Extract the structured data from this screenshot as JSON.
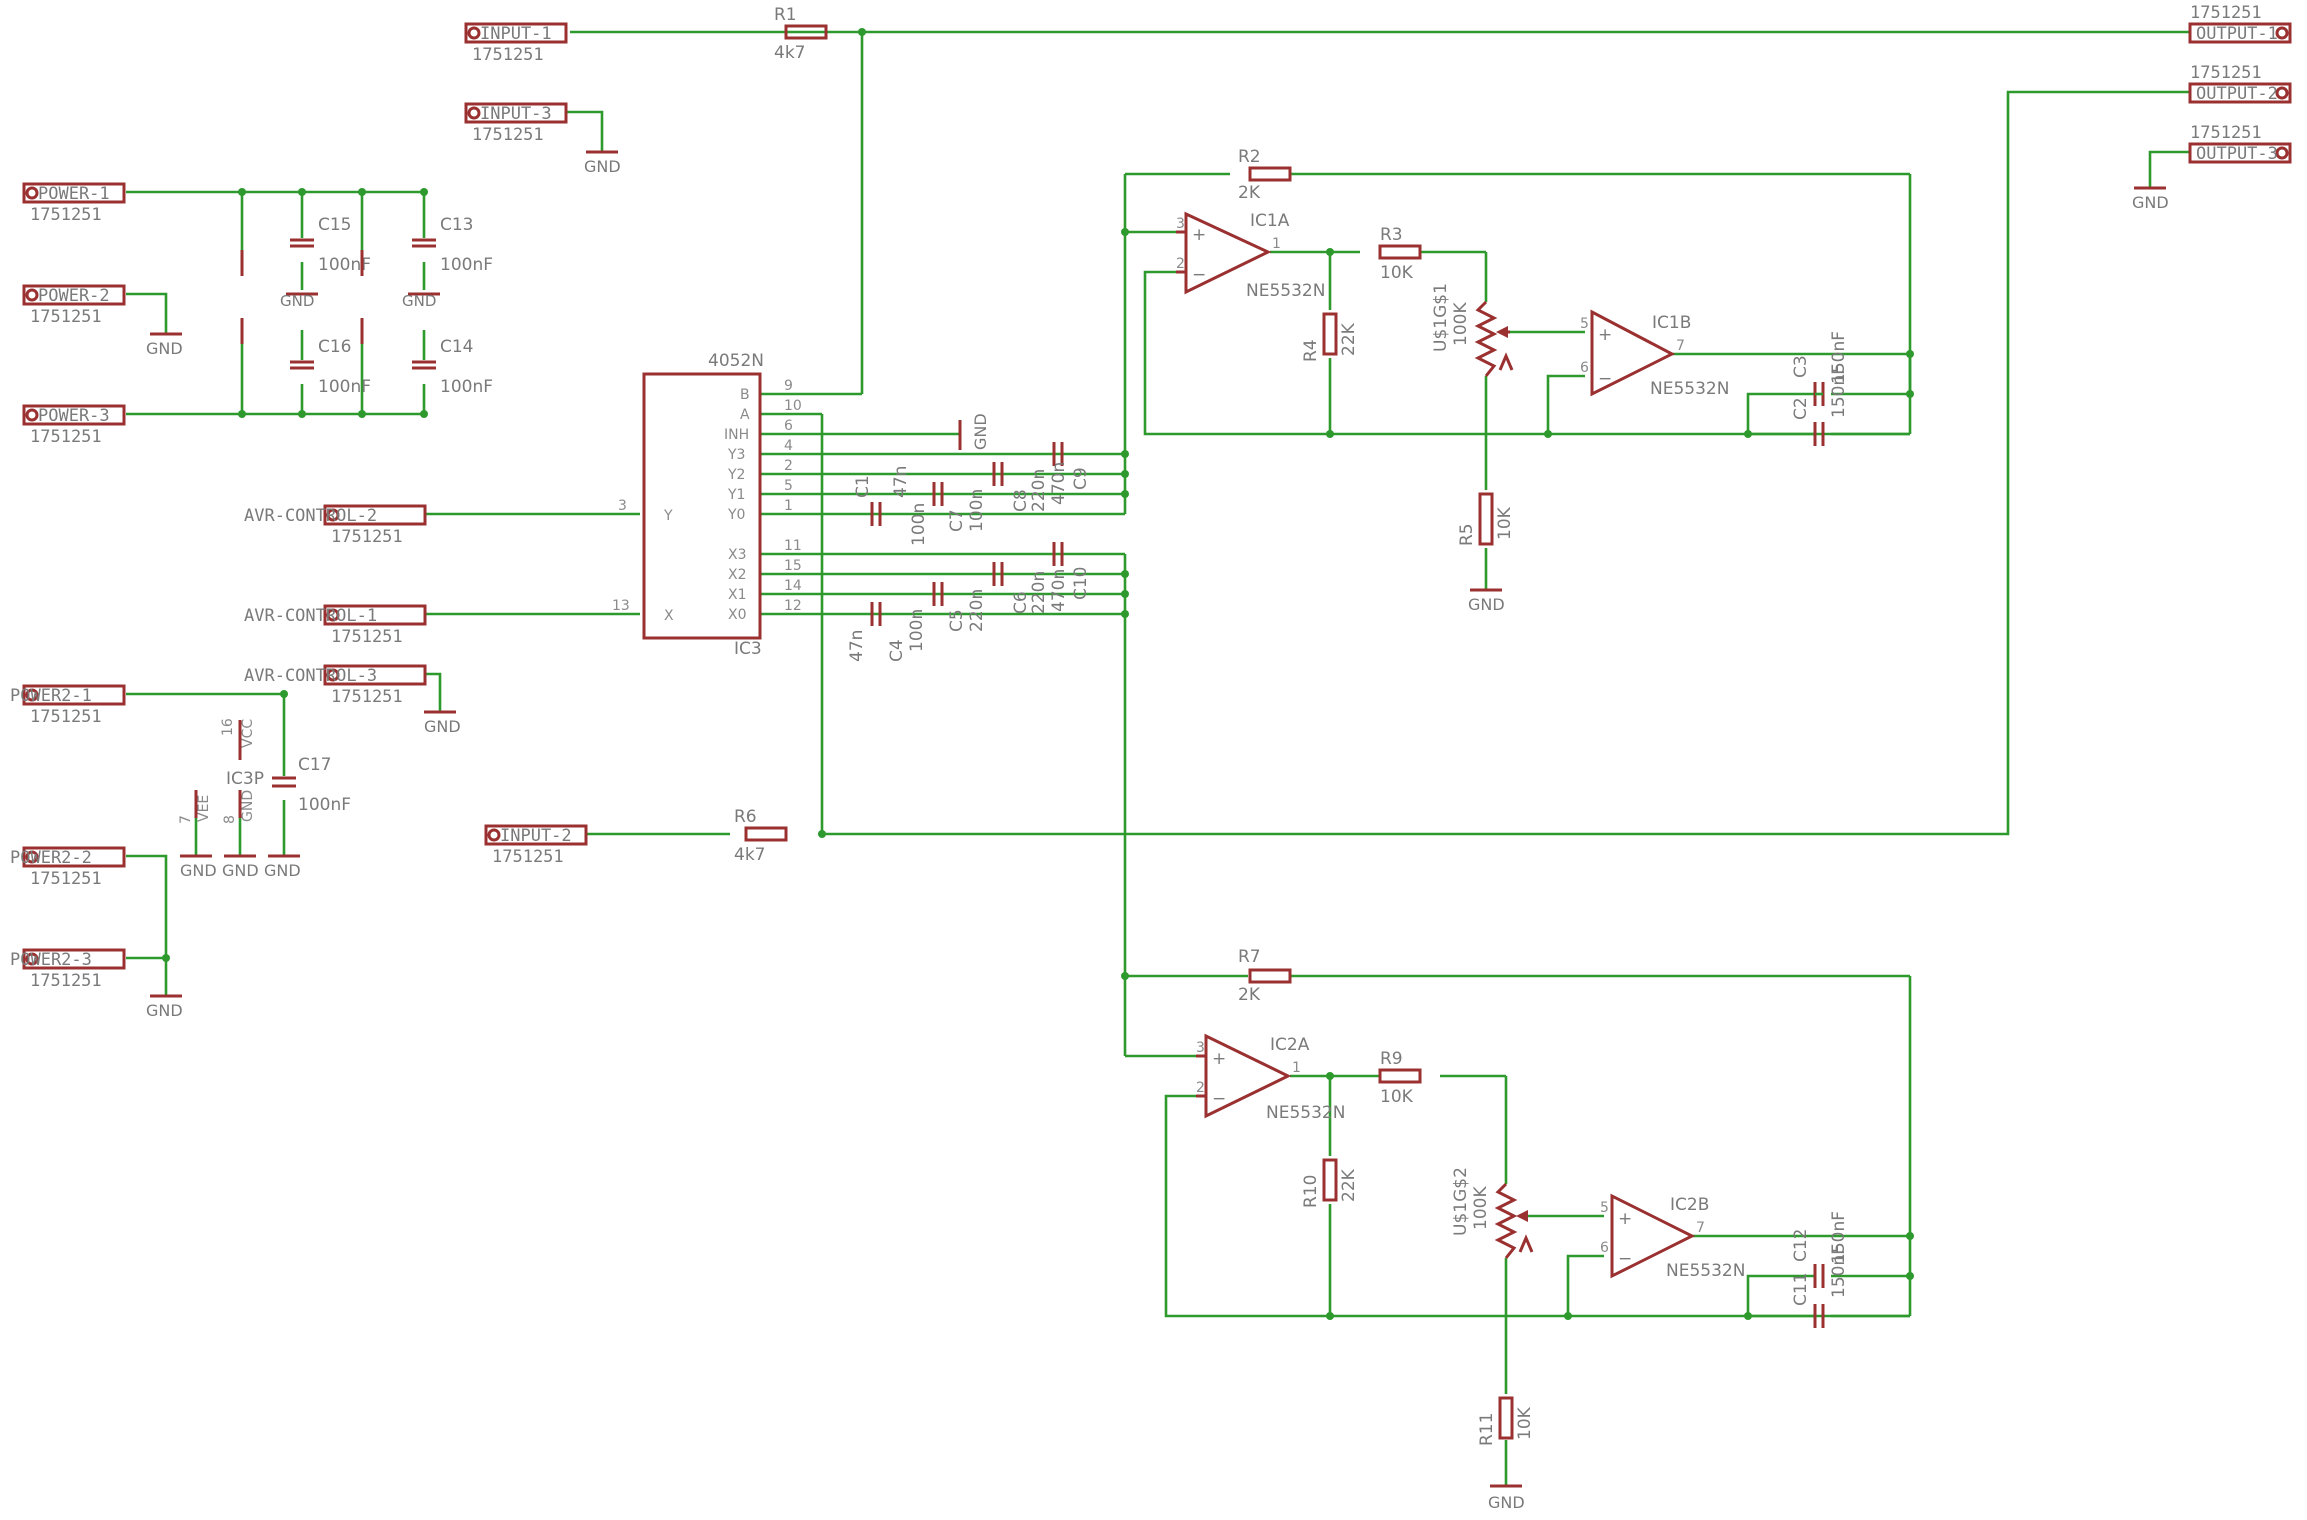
{
  "connectors": {
    "input1": "INPUT-1",
    "input2": "INPUT-2",
    "input3": "INPUT-3",
    "output1": "OUTPUT-1",
    "output2": "OUTPUT-2",
    "output3": "OUTPUT-3",
    "power1": "POWER-1",
    "power2": "POWER-2",
    "power3": "POWER-3",
    "power2_1": "POWER2-1",
    "power2_2": "POWER2-2",
    "power2_3": "POWER2-3",
    "avr1": "AVR-CONTROL-1",
    "avr2": "AVR-CONTROL-2",
    "avr3": "AVR-CONTROL-3",
    "part_number": "1751251"
  },
  "gnd": "GND",
  "resistors": {
    "r1": {
      "name": "R1",
      "value": "4k7"
    },
    "r2": {
      "name": "R2",
      "value": "2K"
    },
    "r3": {
      "name": "R3",
      "value": "10K"
    },
    "r4": {
      "name": "R4",
      "value": "22K"
    },
    "r5": {
      "name": "R5",
      "value": "10K"
    },
    "r6": {
      "name": "R6",
      "value": "4k7"
    },
    "r7": {
      "name": "R7",
      "value": "2K"
    },
    "r9": {
      "name": "R9",
      "value": "10K"
    },
    "r10": {
      "name": "R10",
      "value": "22K"
    },
    "r11": {
      "name": "R11",
      "value": "10K"
    },
    "pot1": {
      "name": "U$1G$1",
      "value": "100K"
    },
    "pot2": {
      "name": "U$1G$2",
      "value": "100K"
    }
  },
  "capacitors": {
    "c1": {
      "name": "C1",
      "value": "47n"
    },
    "c2": {
      "name": "C2",
      "value": "150nF"
    },
    "c3": {
      "name": "C3",
      "value": "150nF"
    },
    "c4": {
      "name": "C4",
      "value": "47n"
    },
    "c5": {
      "name": "C5",
      "value": "100n"
    },
    "c6": {
      "name": "C6",
      "value": "220n"
    },
    "c7": {
      "name": "C7",
      "value": "100n"
    },
    "c8": {
      "name": "C8",
      "value": "220n"
    },
    "c9": {
      "name": "C9",
      "value": "470n"
    },
    "c10": {
      "name": "C10",
      "value": "470n"
    },
    "c11": {
      "name": "C11",
      "value": "150nF"
    },
    "c12": {
      "name": "C12",
      "value": "150nF"
    },
    "c13": {
      "name": "C13",
      "value": "100nF"
    },
    "c14": {
      "name": "C14",
      "value": "100nF"
    },
    "c15": {
      "name": "C15",
      "value": "100nF"
    },
    "c16": {
      "name": "C16",
      "value": "100nF"
    },
    "c17": {
      "name": "C17",
      "value": "100nF"
    }
  },
  "opamps": {
    "ic1a": "IC1A",
    "ic1b": "IC1B",
    "ic2a": "IC2A",
    "ic2b": "IC2B",
    "value": "NE5532N"
  },
  "mux": {
    "value": "4052N",
    "name": "IC3",
    "power_name": "IC3P",
    "pins_right": [
      "B",
      "A",
      "INH",
      "Y3",
      "Y2",
      "Y1",
      "Y0",
      "X3",
      "X2",
      "X1",
      "X0"
    ],
    "pin_nums_right": [
      "9",
      "10",
      "6",
      "4",
      "2",
      "5",
      "1",
      "11",
      "15",
      "14",
      "12"
    ],
    "pin_y": "Y",
    "pin_x": "X",
    "pin_y_num": "3",
    "pin_x_num": "13",
    "vcc": "VCC",
    "vee": "VEE",
    "gnd_pin": "GND",
    "vcc_num": "16",
    "vee_num": "7",
    "gnd_num": "8"
  },
  "pin_nums": {
    "n1": "1",
    "n2": "2",
    "n3": "3",
    "n4": "4",
    "n5": "5",
    "n6": "6",
    "n7": "7",
    "n8": "8",
    "plus": "+",
    "minus": "−"
  }
}
